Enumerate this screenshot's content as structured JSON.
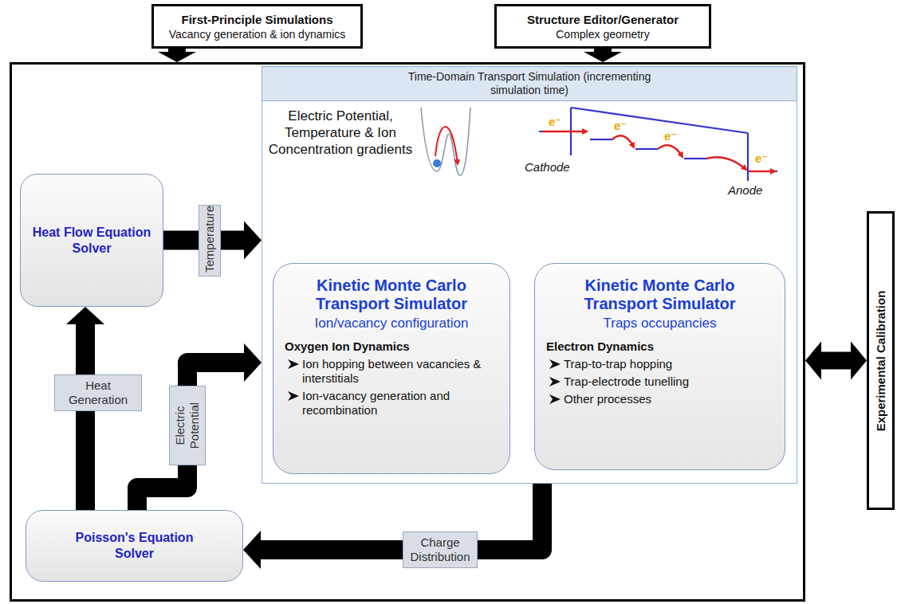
{
  "diagram": {
    "nodes": [
      {
        "text": [
          "First-Principle Simulations",
          "Vacancy generation & ion dynamics"
        ]
      },
      {
        "text": [
          "Structure Editor/Generator",
          "Complex geometry"
        ]
      },
      {
        "text": []
      },
      {
        "text": [
          "Time-Domain Transport Simulation (incrementing simulation time)"
        ],
        "in": 2
      },
      {
        "text": [
          "Heat Flow Equation Solver"
        ],
        "in": 2
      },
      {
        "text": [
          "Kinetic Monte Carlo Transport Simulator",
          "Ion/vacancy configuration",
          "Oxygen Ion Dynamics",
          "Ion hopping between vacancies & interstitials",
          "Ion-vacancy generation and recombination"
        ],
        "in": 3
      },
      {
        "text": [
          "Kinetic Monte Carlo Transport Simulator",
          "Traps occupancies",
          "Electron Dynamics",
          "Trap-to-trap hopping",
          "Trap-electrode tunelling",
          "Other processes"
        ],
        "in": 3
      },
      {
        "text": [
          "Poisson's Equation Solver"
        ],
        "in": 2
      },
      {
        "text": [
          "Experimental Calibration"
        ]
      }
    ],
    "edges": [
      {
        "from": 0,
        "to": 2,
        "arrow": "to"
      },
      {
        "from": 1,
        "to": 2,
        "arrow": "to"
      },
      {
        "from": 4,
        "to": 3,
        "label": "Temperature",
        "arrow": "to"
      },
      {
        "from": 7,
        "to": 4,
        "label": "Heat Generation",
        "arrow": "to"
      },
      {
        "from": 7,
        "to": 3,
        "label": "Electric Potential",
        "arrow": "to"
      },
      {
        "from": 3,
        "to": 7,
        "label": "Charge Distribution",
        "arrow": "to"
      },
      {
        "from": 2,
        "to": 8,
        "arrow": "both"
      }
    ],
    "labels": [
      "Electric Potential, Temperature & Ion Concentration gradients",
      "e⁻",
      "e⁻",
      "e⁻",
      "e⁻",
      "Cathode",
      "Anode"
    ]
  }
}
